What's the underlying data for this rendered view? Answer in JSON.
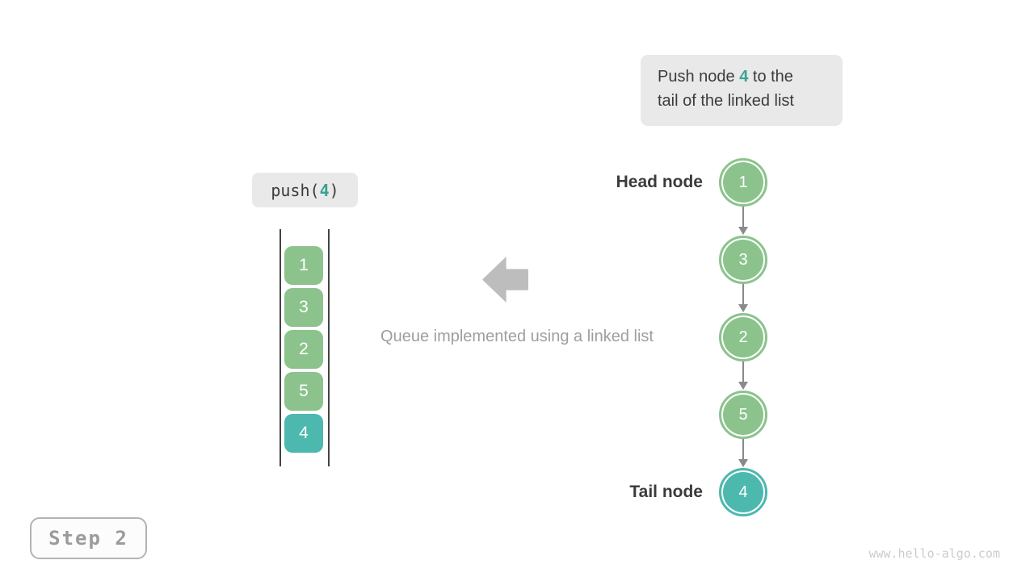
{
  "colors": {
    "green": "#8cc38d",
    "teal": "#4cb8ae",
    "teal_text": "#3aa294",
    "box_bg": "#e9e9e9",
    "text_dark": "#3c3c3c",
    "label_dark": "#3b3b3b",
    "muted_text": "#9e9e9e",
    "arrow_big": "#bdbdbd",
    "arrow_small": "#8a8a8a",
    "queue_line": "#444444",
    "step_text": "#9b9b9b",
    "step_border": "#b3b3b3",
    "watermark_text": "#cccccc"
  },
  "annotation": {
    "line1_prefix": "Push node ",
    "highlight": "4",
    "line1_suffix": " to the",
    "line2": "tail of the linked list"
  },
  "push_call": {
    "prefix": "push(",
    "arg": "4",
    "suffix": ")"
  },
  "queue": {
    "items": [
      {
        "value": "1"
      },
      {
        "value": "3"
      },
      {
        "value": "2"
      },
      {
        "value": "5"
      },
      {
        "value": "4",
        "highlight": true
      }
    ]
  },
  "caption": "Queue implemented using a linked list",
  "linked_list": {
    "head_label": "Head node",
    "tail_label": "Tail node",
    "nodes": [
      {
        "value": "1"
      },
      {
        "value": "3"
      },
      {
        "value": "2"
      },
      {
        "value": "5"
      },
      {
        "value": "4",
        "highlight": true
      }
    ]
  },
  "step": {
    "label": "Step 2"
  },
  "watermark": "www.hello-algo.com"
}
